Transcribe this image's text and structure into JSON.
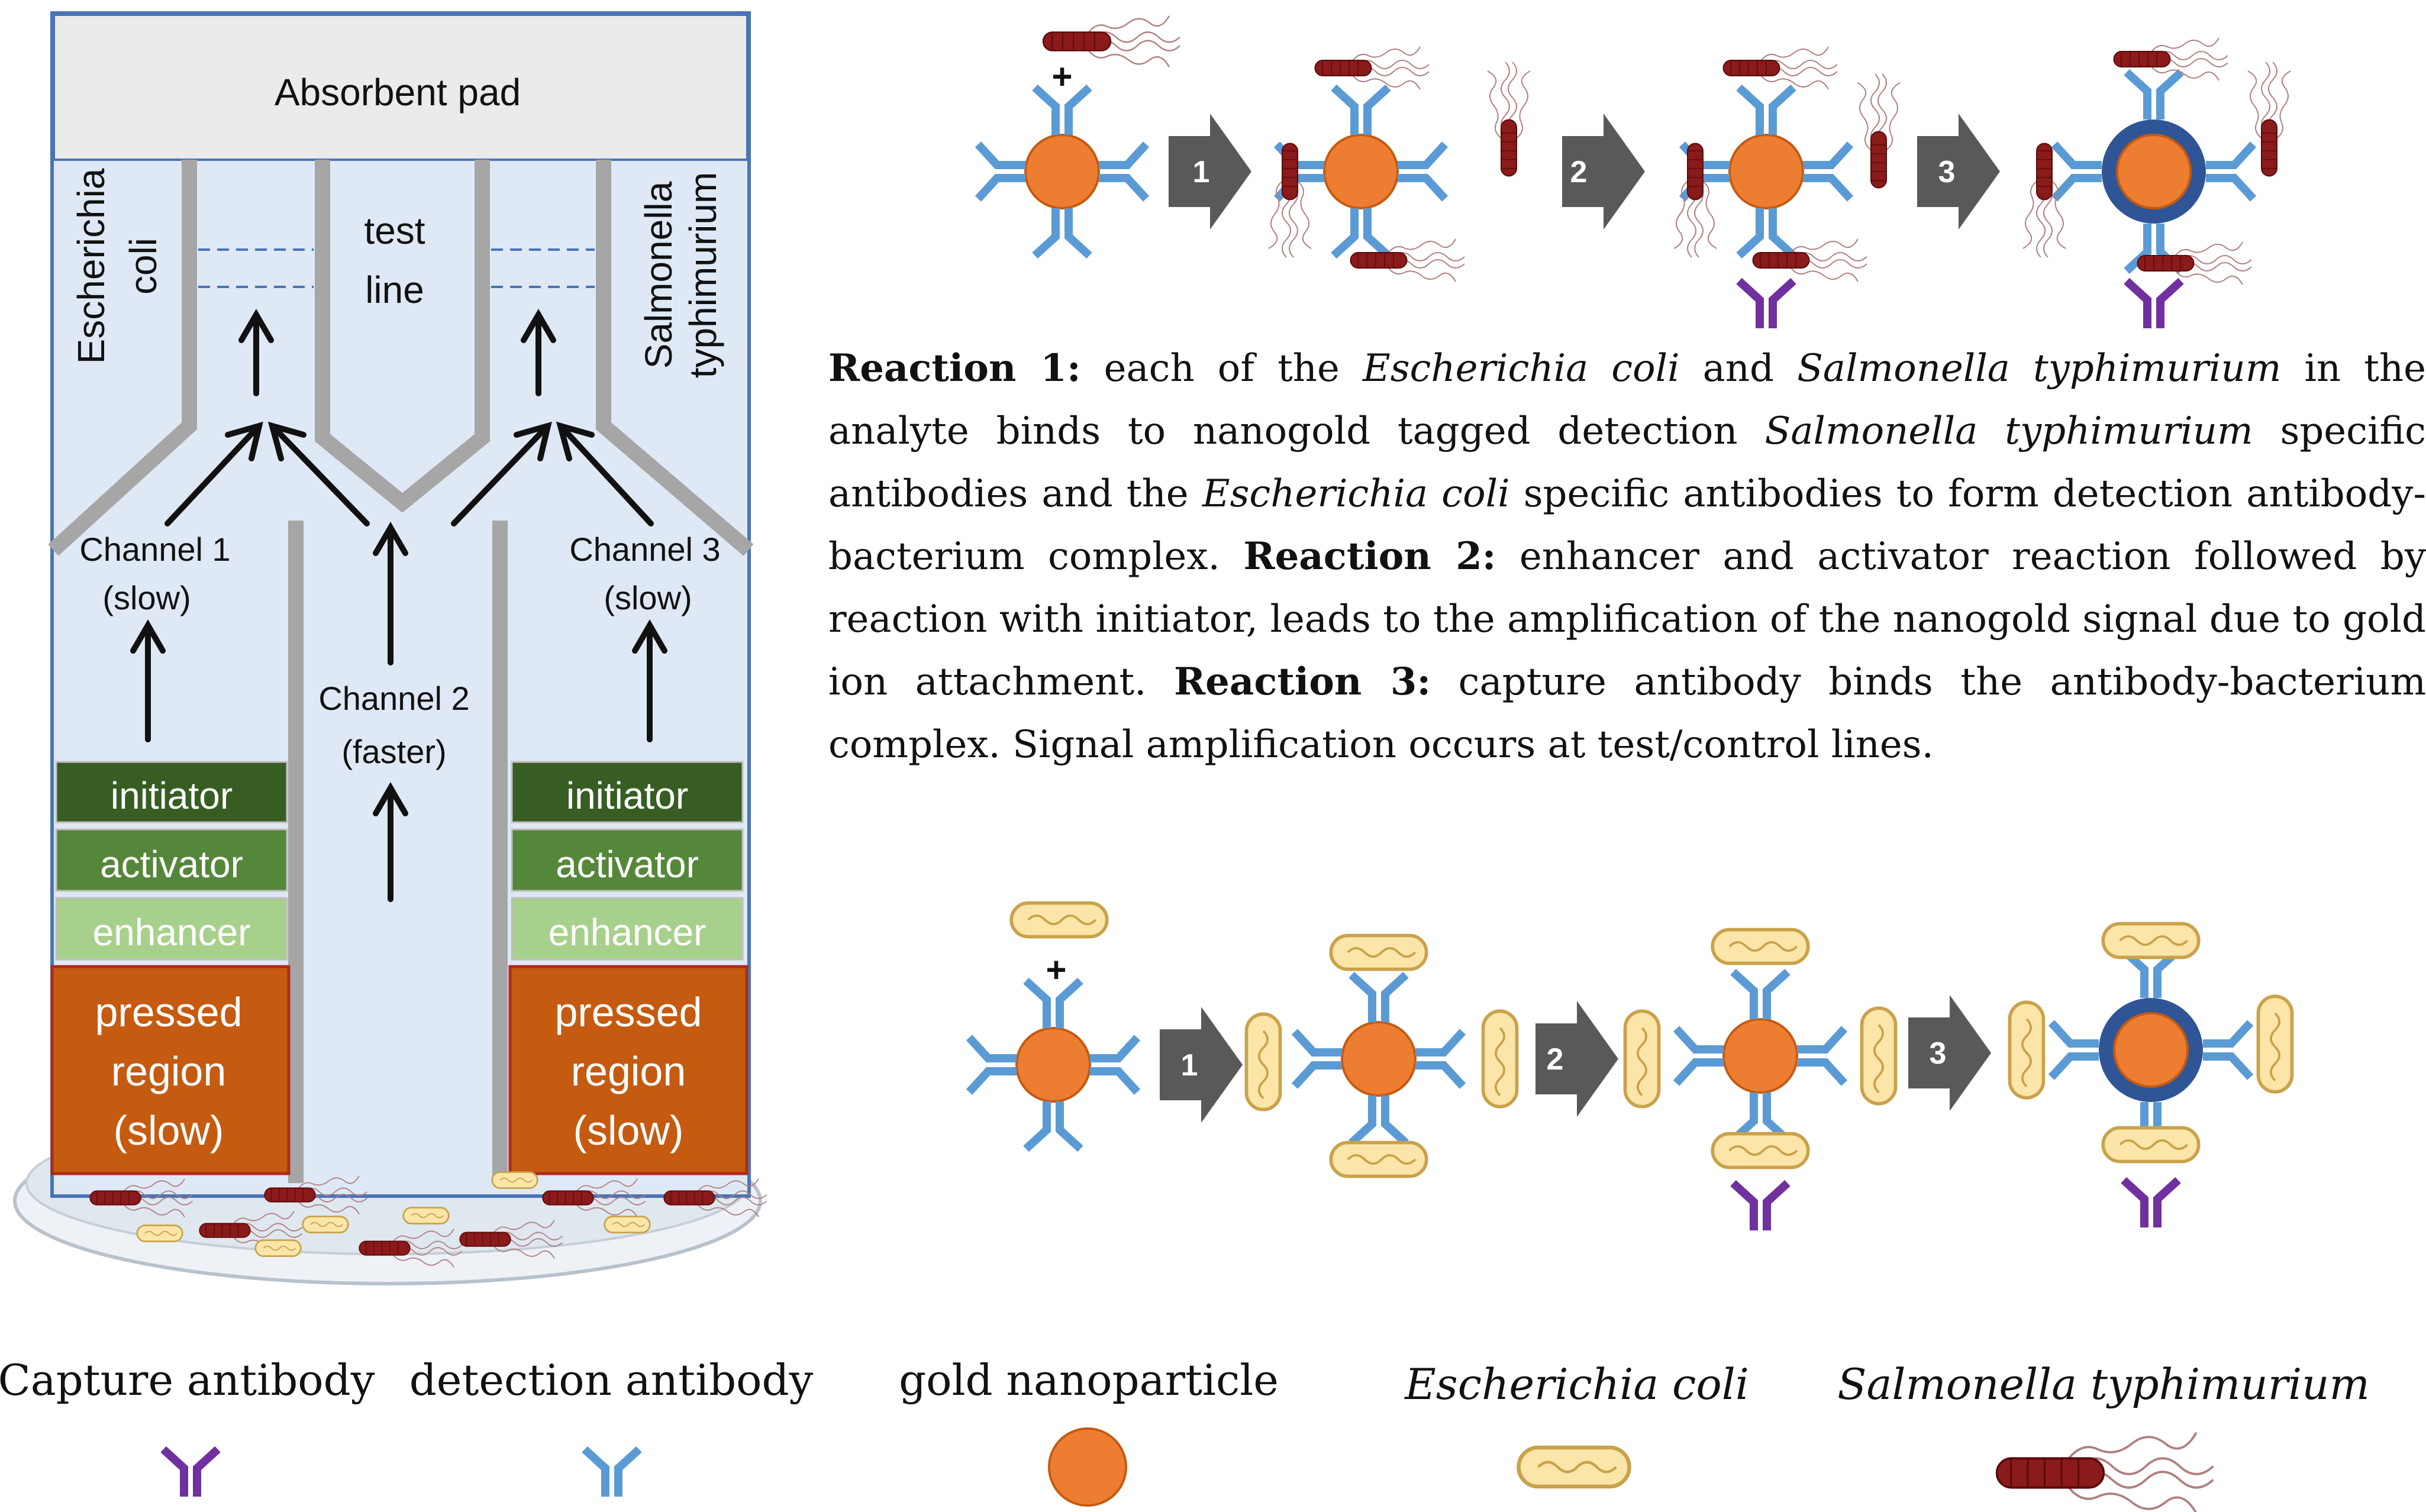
{
  "strip": {
    "absorbent_pad": "Absorbent pad",
    "test_line": [
      "test",
      "line"
    ],
    "left_lane_label": [
      "Escherichia",
      "coli"
    ],
    "right_lane_label": [
      "Salmonella",
      "typhimurium"
    ],
    "channel1": [
      "Channel 1",
      "(slow)"
    ],
    "channel2": [
      "Channel 2",
      "(faster)"
    ],
    "channel3": [
      "Channel 3",
      "(slow)"
    ],
    "reagents": [
      "initiator",
      "activator",
      "enhancer"
    ],
    "pressed": [
      "pressed",
      "region",
      "(slow)"
    ]
  },
  "reactions": {
    "steps": [
      "1",
      "2",
      "3"
    ],
    "plus": "+",
    "r1_label": "Reaction 1:",
    "r1_a": " each of the ",
    "ecoli": "Escherichia coli",
    "r1_b": " and ",
    "salmonella": "Salmonella typhimurium",
    "r1_c": " in the analyte binds to nanogold tagged detection ",
    "r1_d": " specific antibodies and the ",
    "r1_e": " specific antibodies to form detection antibody-bacterium complex. ",
    "r2_label": "Reaction 2:",
    "r2_text": " enhancer and activator reaction followed by reaction with initiator, leads to the amplification of the nanogold signal due to gold ion attachment. ",
    "r3_label": "Reaction 3:",
    "r3_text": " capture antibody binds the antibody-bacterium complex. Signal amplification occurs at test/control lines."
  },
  "legend": {
    "capture": "Capture antibody",
    "detection": "detection antibody",
    "gold": "gold nanoparticle",
    "ecoli": "Escherichia coli",
    "salmonella": "Salmonella typhimurium"
  },
  "colors": {
    "strip_bg": "#dfe9f5",
    "initiator": "#375d23",
    "activator": "#55873a",
    "enhancer": "#a8d08d",
    "pressed": "#c55a11",
    "gold": "#ed7d31",
    "detection_ab": "#5b9bd5",
    "capture_ab": "#7030a0",
    "salmonella": "#8b1a1a",
    "ecoli": "#f8e3a8",
    "arrow": "#595959"
  }
}
